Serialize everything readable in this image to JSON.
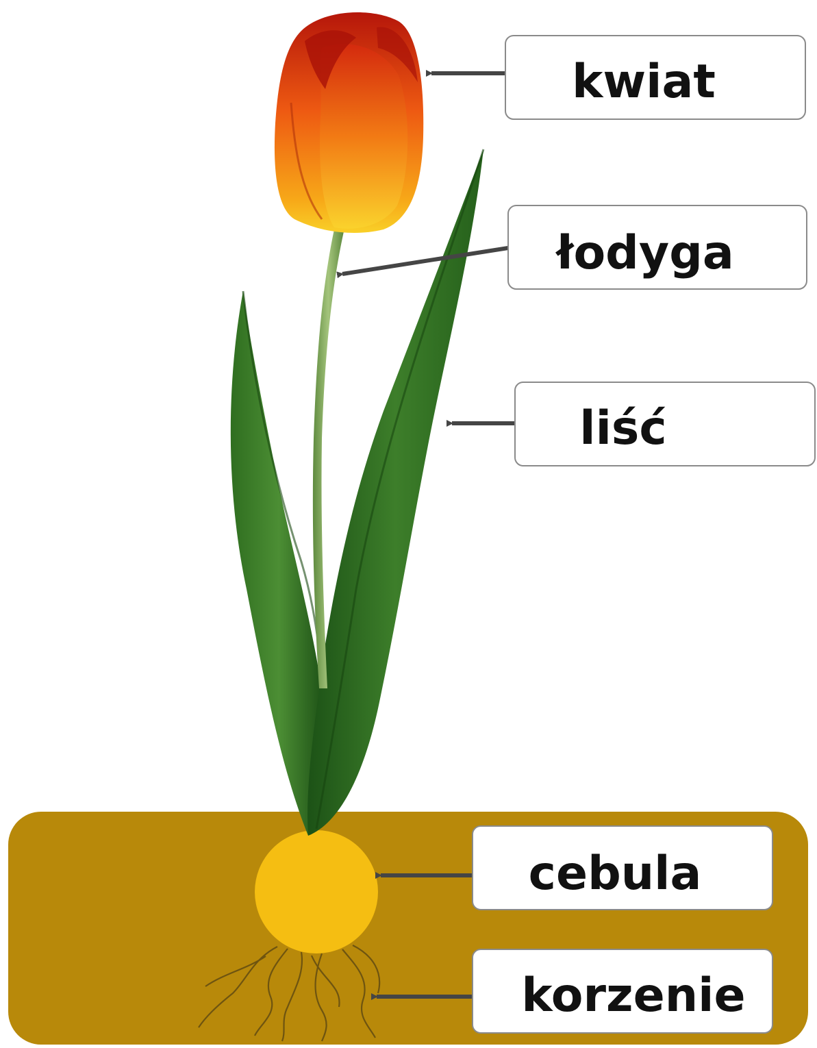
{
  "labels": {
    "flower": "kwiat",
    "stem": "łodyga",
    "leaf": "liść",
    "bulb": "cebula",
    "roots": "korzenie"
  },
  "colors": {
    "soil": "#B8890A",
    "bulb": "#F5BE12",
    "leaf_dark": "#1E5A18",
    "leaf_light": "#4E8F35",
    "stem": "#7DA55A",
    "petal_red": "#C8200C",
    "petal_orange": "#F06A10",
    "petal_yellow": "#F7C21E",
    "arrow": "#454545",
    "label_border": "#8A8A8A"
  }
}
